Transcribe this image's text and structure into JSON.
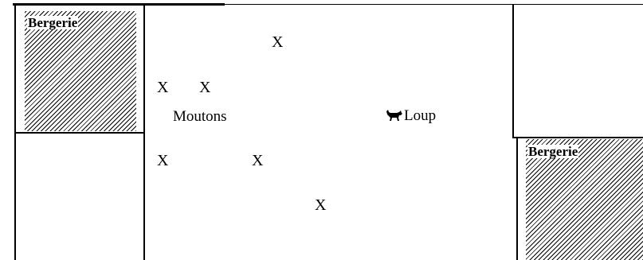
{
  "pens": [
    {
      "label": "Bergerie"
    },
    {
      "label": "Bergerie"
    }
  ],
  "sheep": {
    "label": "Moutons",
    "marks": [
      "X",
      "X",
      "X",
      "X",
      "X",
      "X"
    ]
  },
  "wolf": {
    "label": "Loup",
    "icon": "wolf-icon"
  }
}
